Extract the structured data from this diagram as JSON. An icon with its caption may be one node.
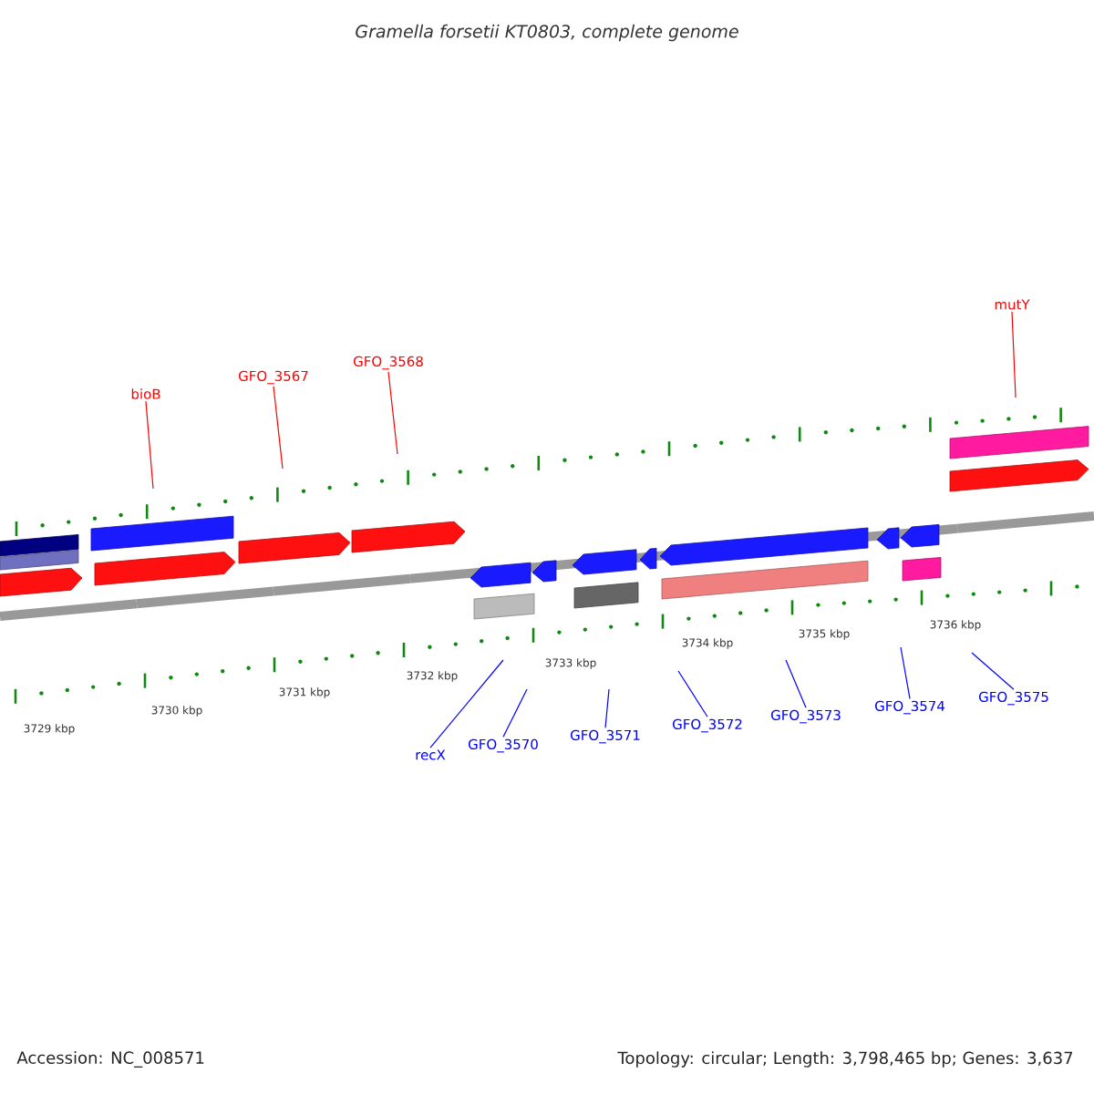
{
  "diagram": {
    "title": "Gramella forsetii KT0803, complete genome",
    "nodes": [
      {
        "text": [
          "bioB"
        ]
      },
      {
        "text": [
          "GFO_3567"
        ]
      },
      {
        "text": [
          "GFO_3568"
        ]
      },
      {
        "text": [
          "mutY"
        ]
      },
      {
        "text": [
          "recX"
        ]
      },
      {
        "text": [
          "GFO_3570"
        ]
      },
      {
        "text": [
          "GFO_3571"
        ]
      },
      {
        "text": [
          "GFO_3572"
        ]
      },
      {
        "text": [
          "GFO_3573"
        ]
      },
      {
        "text": [
          "GFO_3574"
        ]
      },
      {
        "text": [
          "GFO_3575"
        ]
      }
    ],
    "edges": [
      {
        "from": 0,
        "to": null,
        "arrow": "none",
        "color": "#ff0000"
      },
      {
        "from": 1,
        "to": null,
        "arrow": "none",
        "color": "#ff0000"
      },
      {
        "from": 2,
        "to": null,
        "arrow": "none",
        "color": "#ff0000"
      },
      {
        "from": 3,
        "to": null,
        "arrow": "none",
        "color": "#ff0000"
      },
      {
        "from": 4,
        "to": null,
        "arrow": "none"
      },
      {
        "from": 5,
        "to": null,
        "arrow": "none"
      },
      {
        "from": 6,
        "to": null,
        "arrow": "none"
      },
      {
        "from": 7,
        "to": null,
        "arrow": "none"
      },
      {
        "from": 8,
        "to": null,
        "arrow": "none"
      },
      {
        "from": 9,
        "to": null,
        "arrow": "none"
      },
      {
        "from": 10,
        "to": null,
        "arrow": "none"
      }
    ],
    "labels": [
      "3729 kbp",
      "3730 kbp",
      "3731 kbp",
      "3732 kbp",
      "3733 kbp",
      "3734 kbp",
      "3735 kbp",
      "3736 kbp",
      "Accession: NC_008571",
      "Topology: circular; Length: 3,798,465 bp; Genes: 3,637"
    ]
  }
}
